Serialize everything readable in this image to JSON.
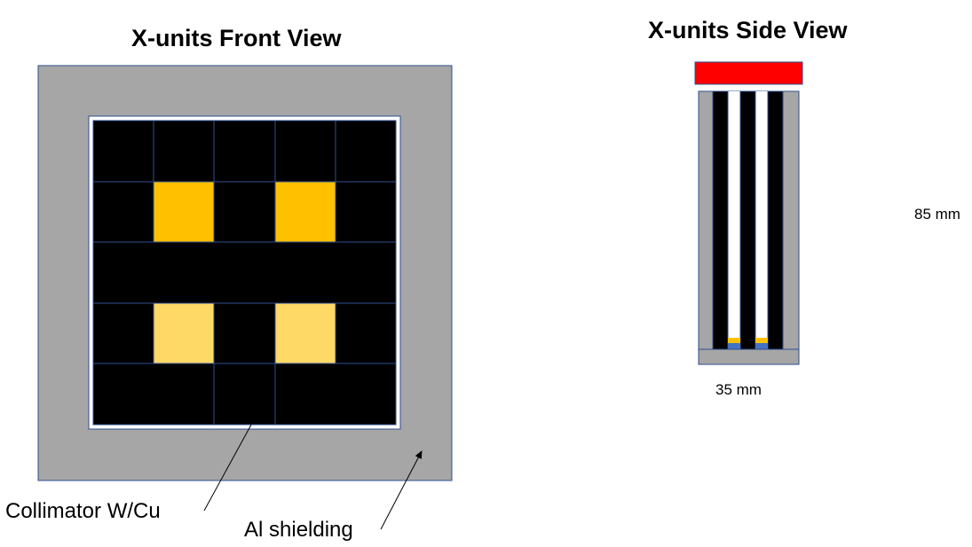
{
  "front_view": {
    "title": "X-units Front View",
    "labels": {
      "collimator": "Collimator W/Cu",
      "shielding": "Al shielding"
    }
  },
  "side_view": {
    "title": "X-units Side View",
    "height_label": "85 mm",
    "width_label": "35 mm"
  },
  "colors": {
    "shielding_gray": "#a6a6a6",
    "collimator_black": "#000000",
    "cell_border_blue": "#2f4f8f",
    "detector_gold": "#ffc000",
    "detector_light_gold": "#ffd966",
    "top_cover_red": "#ff0000",
    "sensor_blue": "#4472c4"
  }
}
